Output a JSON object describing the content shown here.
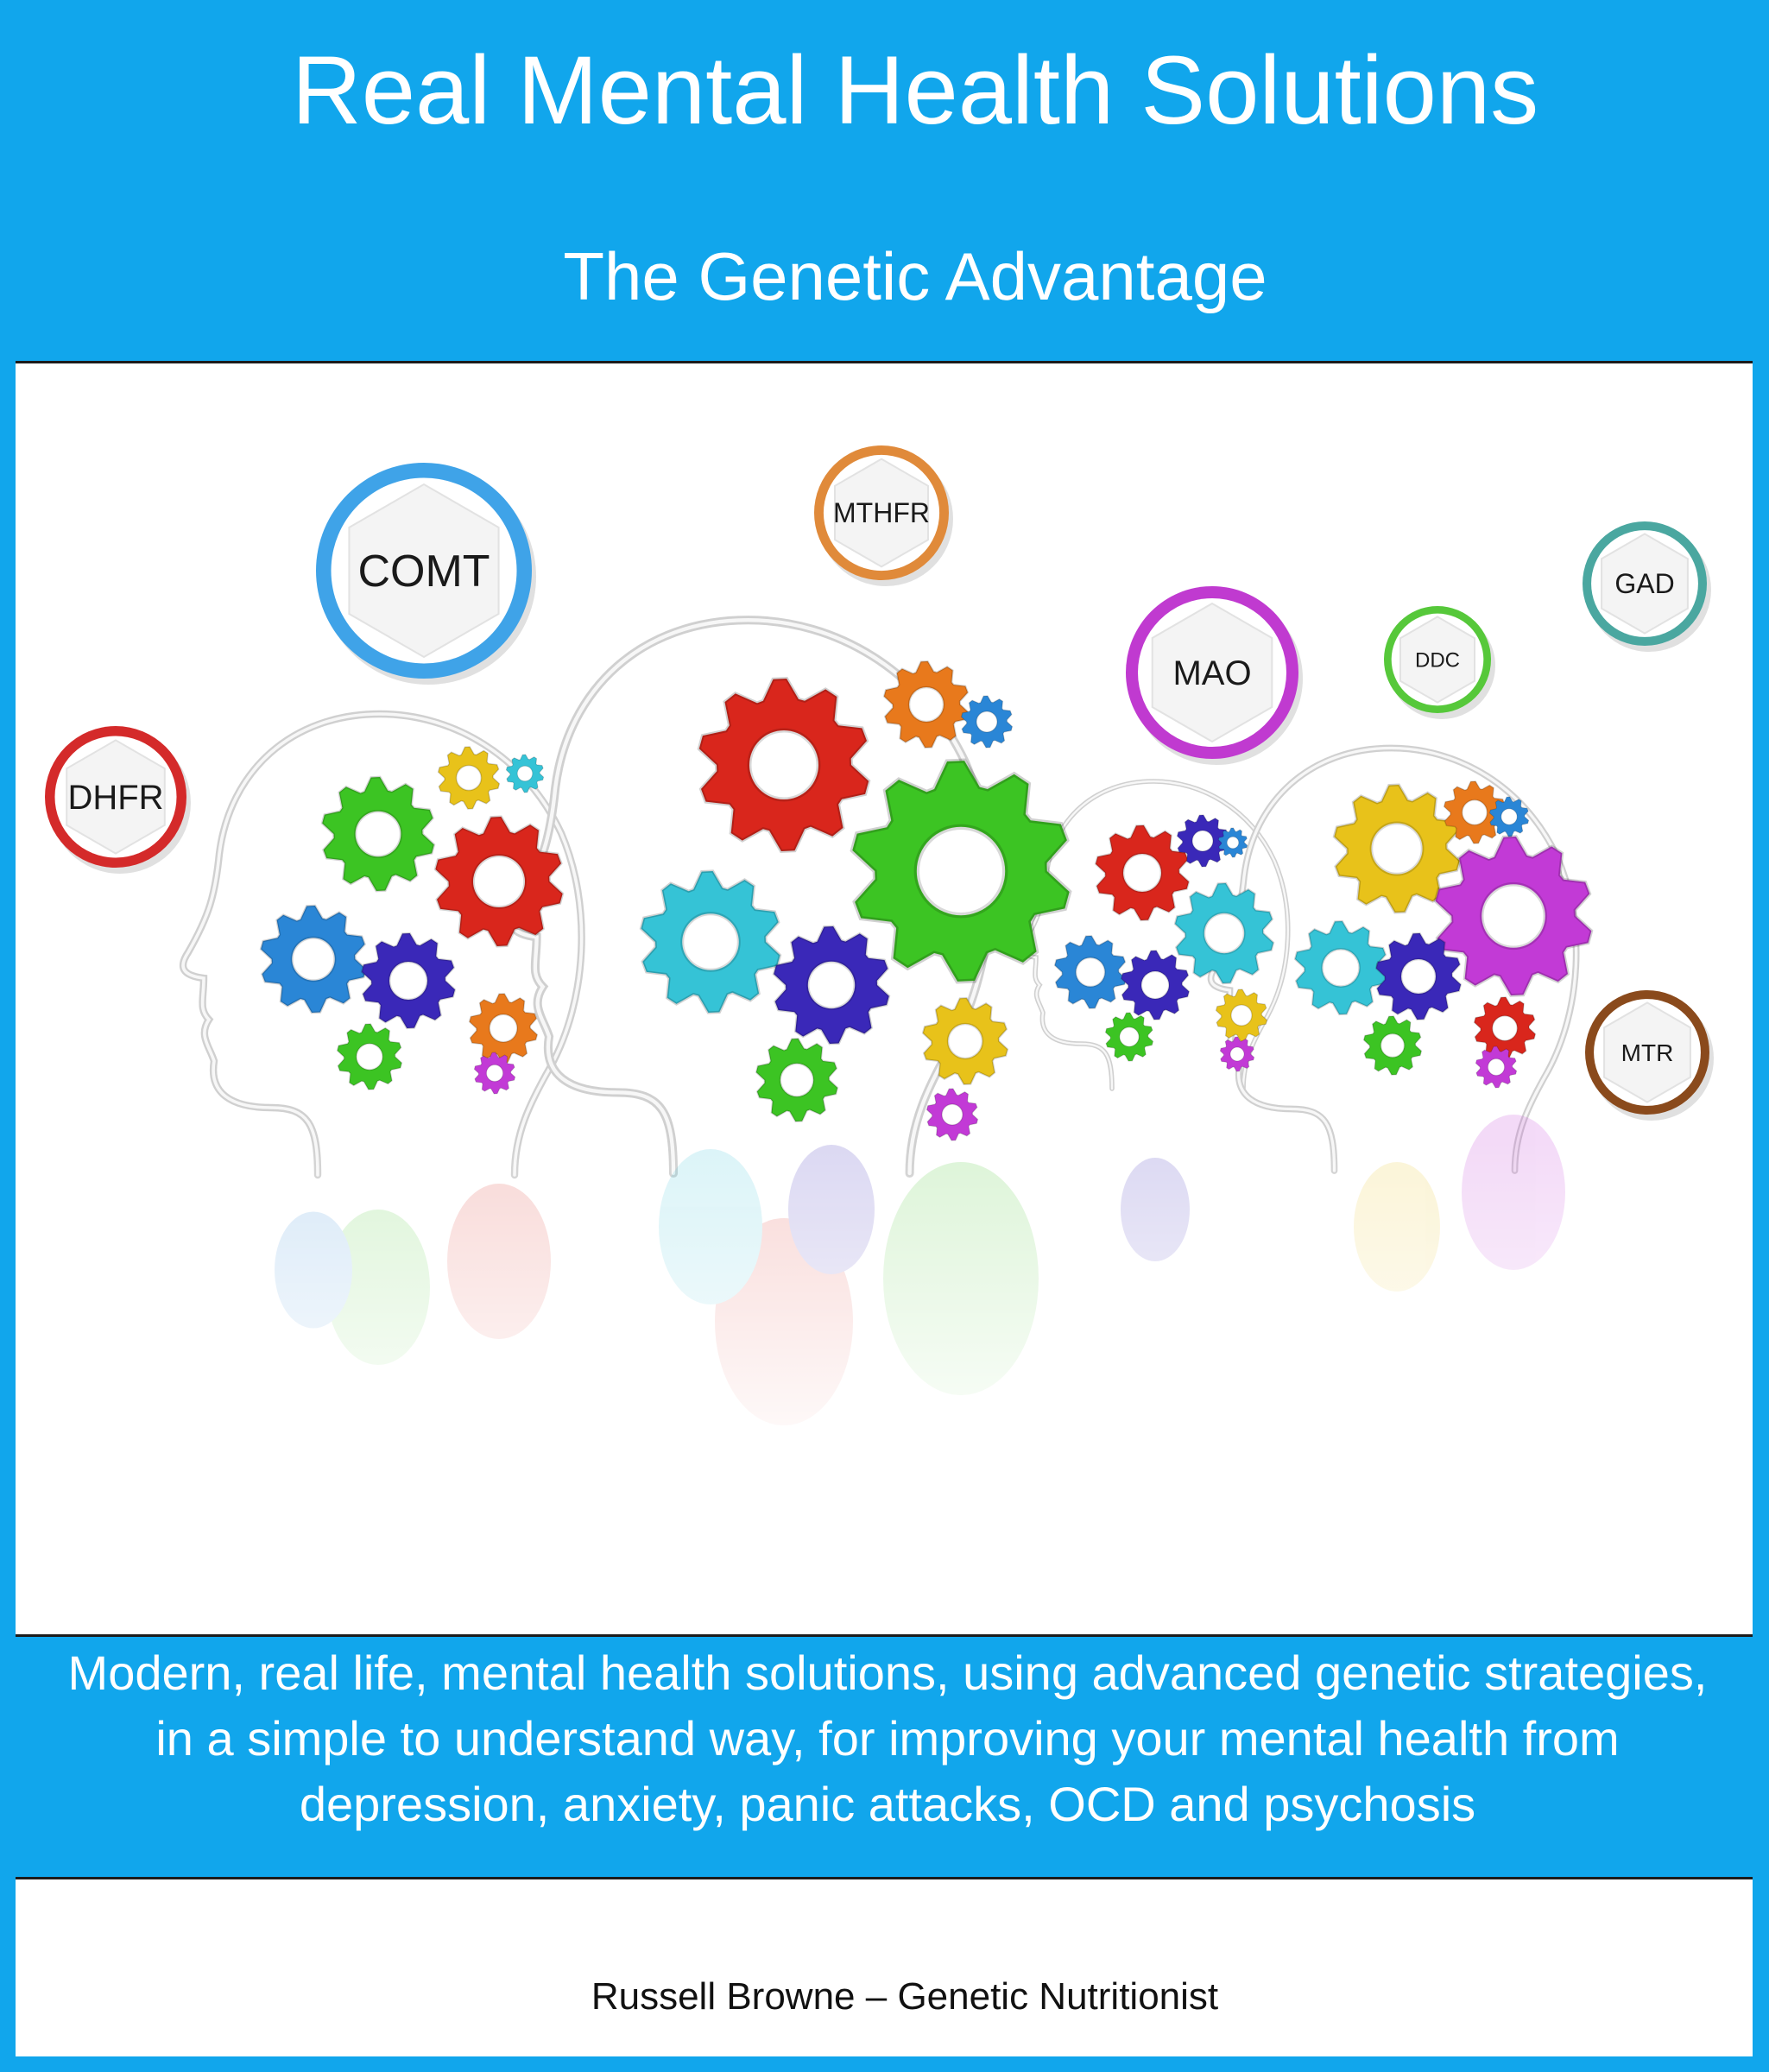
{
  "cover": {
    "title": "Real Mental Health Solutions",
    "subtitle": "The Genetic Advantage",
    "tagline": "Modern, real life, mental health solutions, using advanced genetic strategies, in a simple to understand way, for improving your mental health from depression, anxiety, panic attacks, OCD and psychosis",
    "author": "Russell Browne – Genetic Nutritionist"
  },
  "badges": [
    {
      "label": "COMT",
      "color": "#3fa3e8"
    },
    {
      "label": "MTHFR",
      "color": "#e08a3a"
    },
    {
      "label": "DHFR",
      "color": "#d42a2a"
    },
    {
      "label": "MAO",
      "color": "#c03ad0"
    },
    {
      "label": "DDC",
      "color": "#56c83a"
    },
    {
      "label": "GAD",
      "color": "#4aa7a0"
    },
    {
      "label": "MTR",
      "color": "#8a4a1c"
    }
  ],
  "colors": {
    "background": "#11a6ec",
    "gear_red": "#d9261c",
    "gear_green": "#3cc423",
    "gear_blue": "#2a86d6",
    "gear_cyan": "#35c3d6",
    "gear_navy": "#3a28b8",
    "gear_orange": "#e8791c",
    "gear_yellow": "#e8c21a",
    "gear_magenta": "#c23ad6"
  },
  "illustration": {
    "description_icon": "heads-with-gears-illustration"
  }
}
